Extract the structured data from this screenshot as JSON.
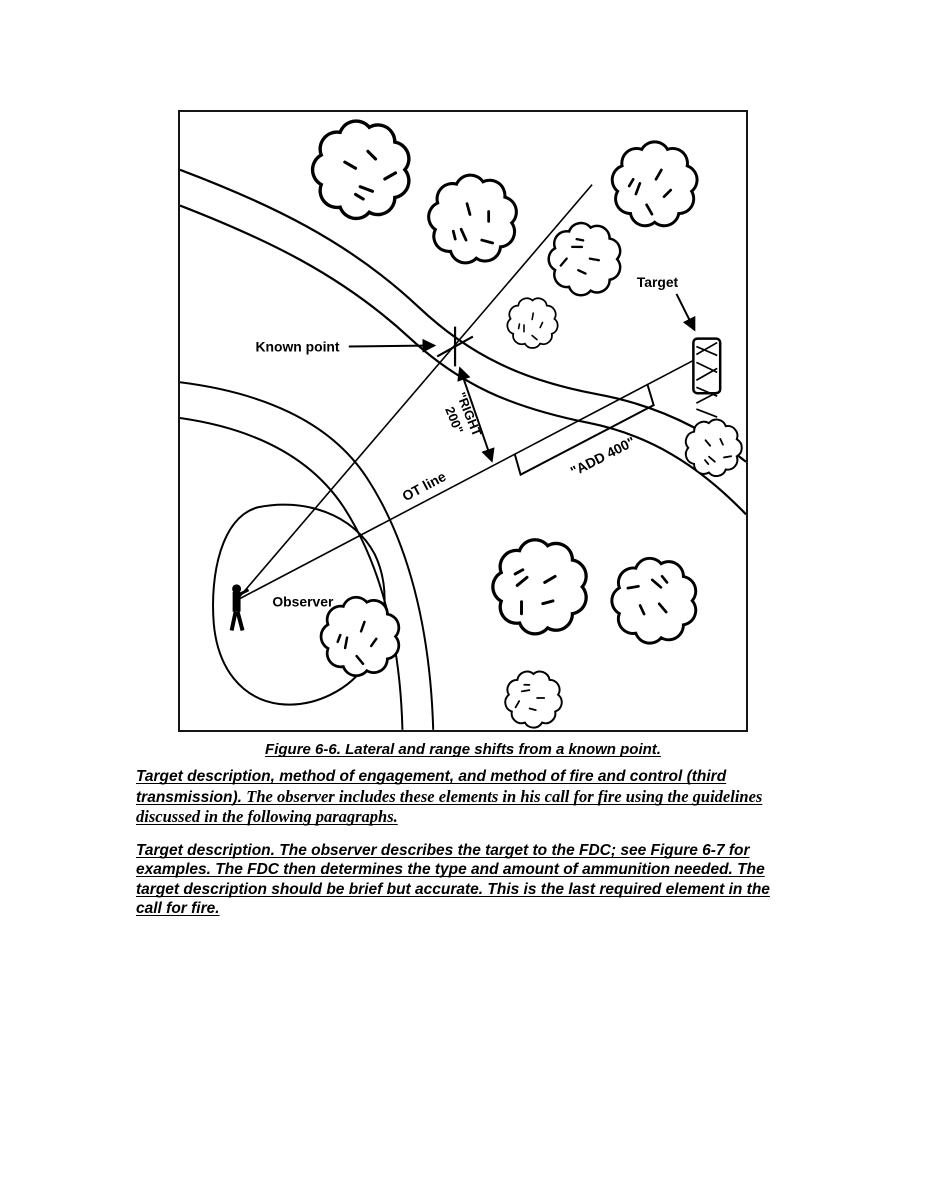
{
  "figure": {
    "caption": "Figure 6-6. Lateral and range shifts from a known point.",
    "labels": {
      "known_point": "Known point",
      "target": "Target",
      "observer": "Observer",
      "ot_line": "OT line",
      "right_shift_line1": "\"RIGHT",
      "right_shift_line2": "200\"",
      "add_shift": "\"ADD 400\""
    }
  },
  "body": {
    "p1_lead": "Target description, method of engagement, and method of fire and control (third transmission). ",
    "p1_rest": "The observer includes these elements in his call for fire using the guidelines discussed in the following paragraphs.",
    "p2": "Target description. The observer describes the target to the FDC; see Figure 6-7 for examples. The FDC then determines the type and amount of ammunition needed. The target description should be brief but accurate. This is the last required element in the call for fire."
  }
}
